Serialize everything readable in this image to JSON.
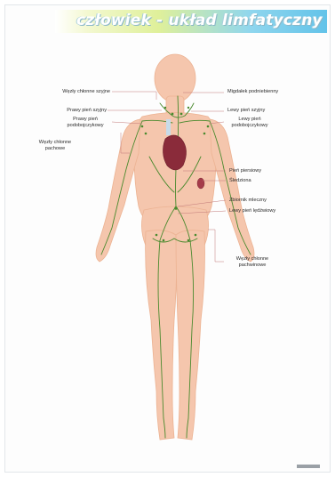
{
  "title": "człowiek - układ limfatyczny",
  "colors": {
    "skin": "#f5c6ad",
    "skin_edge": "#ecb393",
    "lymph": "#4a8a2e",
    "heart": "#8a2b3a",
    "title_gradient_end": "#63c3e9"
  },
  "labels": {
    "wezly_szyjne": "Węzły chłonne szyjne",
    "prawy_pien_szyjny": "Prawy pień szyjny",
    "prawy_pien_podobojczykowy_1": "Prawy pień",
    "prawy_pien_podobojczykowy_2": "podobojczykowy",
    "wezly_pachowe_1": "Węzły chłonne",
    "wezly_pachowe_2": "pachowe",
    "migdalek": "Migdałek podniebienny",
    "lewy_pien_szyjny": "Lewy pień szyjny",
    "lewy_pien_podobojczykowy_1": "Lewy pień",
    "lewy_pien_podobojczykowy_2": "podobojczykowy",
    "pien_piersiowy": "Pień piersiowy",
    "sledziona": "Śledziona",
    "zbiornik_mleczny": "Zbiornik mleczny",
    "lewy_pien_ledzwiowy": "Lewy pień lędźwiowy",
    "wezly_pachwinowe_1": "Węzły chłonne",
    "wezly_pachwinowe_2": "pachwinowe"
  }
}
